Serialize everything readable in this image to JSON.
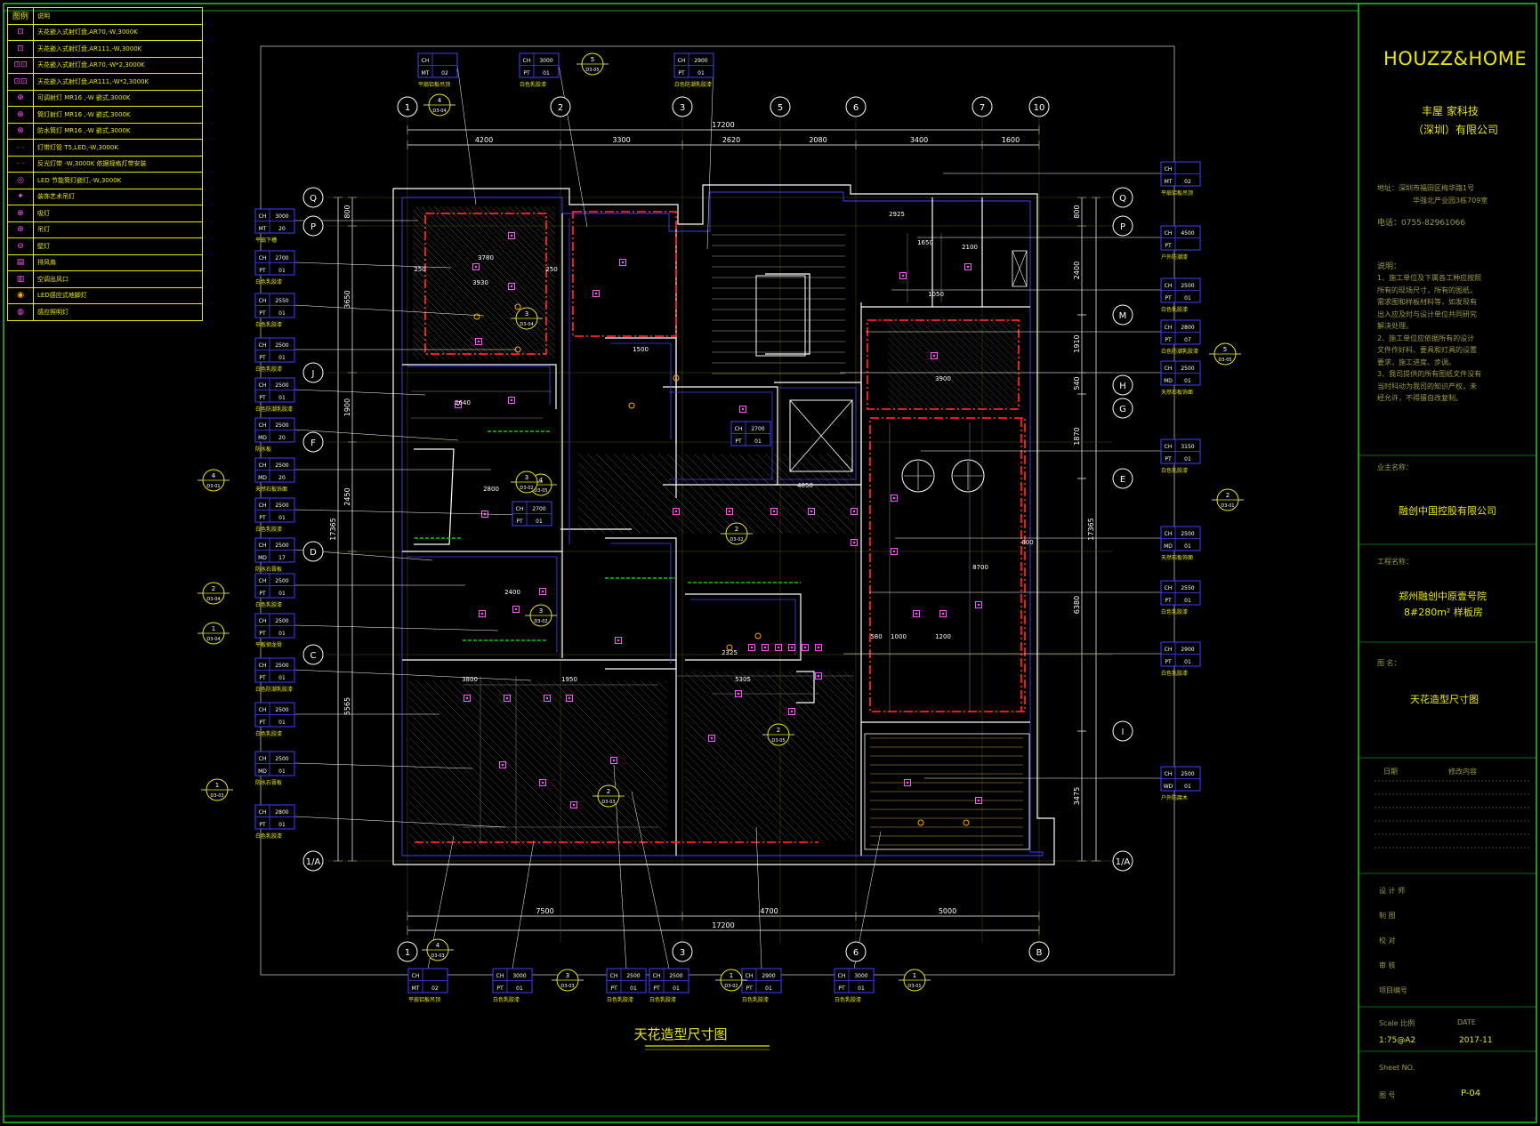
{
  "legend": {
    "header": {
      "symbol": "图例",
      "desc": "说明"
    },
    "items": [
      {
        "icon": "ceiling-spotlight-icon",
        "symbol": "⊡",
        "desc": "天花嵌入式射灯盘,AR70,-W,3000K"
      },
      {
        "icon": "ceiling-spotlight-icon",
        "symbol": "⊡",
        "desc": "天花嵌入式射灯盘,AR111,-W,3000K"
      },
      {
        "icon": "double-spotlight-icon",
        "symbol": "⊡⊡",
        "desc": "天花嵌入式射灯盘,AR70,-W*2,3000K"
      },
      {
        "icon": "double-spotlight-icon",
        "symbol": "⊡⊡",
        "desc": "天花嵌入式射灯盘,AR111,-W*2,3000K"
      },
      {
        "icon": "adjustable-downlight-icon",
        "symbol": "⊕",
        "desc": "可调射灯 MR16 ,-W 嵌式,3000K"
      },
      {
        "icon": "fixed-downlight-icon",
        "symbol": "⊕",
        "desc": "筒灯射灯 MR16 ,-W 嵌式,3000K"
      },
      {
        "icon": "waterproof-downlight-icon",
        "symbol": "⊕",
        "desc": "防水筒灯 MR16 ,-W 嵌式,3000K"
      },
      {
        "icon": "led-strip-icon",
        "symbol": "- -",
        "desc": "灯带灯管 T5,LED,-W,3000K"
      },
      {
        "icon": "led-strip-icon",
        "symbol": "- -",
        "desc": "反光灯带 -W,3000K 依据规格灯带安装"
      },
      {
        "icon": "led-downlight-icon",
        "symbol": "◎",
        "desc": "LED 节能筒灯嵌灯,-W,3000K"
      },
      {
        "icon": "pendant-light-icon",
        "symbol": "✦",
        "desc": "装饰艺术吊灯"
      },
      {
        "icon": "ceiling-lamp-icon",
        "symbol": "⊗",
        "desc": "吸灯"
      },
      {
        "icon": "wall-lamp-icon",
        "symbol": "⊛",
        "desc": "吊灯"
      },
      {
        "icon": "wall-sconce-icon",
        "symbol": "⊖",
        "desc": "壁灯"
      },
      {
        "icon": "exhaust-fan-icon",
        "symbol": "▤",
        "desc": "排风扇"
      },
      {
        "icon": "vent-icon",
        "symbol": "▥",
        "desc": "空调出风口"
      },
      {
        "icon": "led-sensor-icon",
        "symbol": "◉",
        "desc": "LED感应式地脚灯"
      },
      {
        "icon": "motion-sensor-icon",
        "symbol": "◍",
        "desc": "感应照明灯"
      }
    ]
  },
  "plan": {
    "title": "天花造型尺寸图",
    "axes_top": [
      "1",
      "2",
      "3",
      "5",
      "6",
      "7",
      "10"
    ],
    "axes_bottom": [
      "1",
      "3",
      "6",
      "B"
    ],
    "axes_left": [
      "Q",
      "P",
      "J",
      "F",
      "D",
      "C",
      "1/A"
    ],
    "axes_right": [
      "Q",
      "P",
      "M",
      "H",
      "G",
      "E",
      "I",
      "1/A"
    ],
    "dims_top": [
      "4200",
      "3300",
      "2620",
      "2080",
      "3400",
      "1600"
    ],
    "dim_top_total": "17200",
    "dims_bottom": [
      "7500",
      "4700",
      "5000"
    ],
    "dim_bottom_total": "17200",
    "dims_left": [
      "800",
      "3650",
      "1900",
      "2450",
      "5565"
    ],
    "dim_left_total": "17365",
    "dims_right": [
      "800",
      "2400",
      "1910",
      "540",
      "1870",
      "6380",
      "3475"
    ],
    "dim_right_total": "17365",
    "room_dims": [
      "3780",
      "3930",
      "250",
      "250",
      "2640",
      "2800",
      "2400",
      "1500",
      "3900",
      "2325",
      "3800",
      "1950",
      "5305",
      "2925",
      "1650",
      "2100",
      "1050",
      "8700",
      "4850",
      "1000",
      "1200",
      "580",
      "800"
    ],
    "tags_left": [
      {
        "ch": "CH",
        "v1": "3000",
        "m": "MT",
        "v2": "20",
        "note": "平扇下槽"
      },
      {
        "ch": "CH",
        "v1": "2700",
        "m": "PT",
        "v2": "01",
        "note": "白色乳胶漆"
      },
      {
        "ch": "CH",
        "v1": "2550",
        "m": "PT",
        "v2": "01",
        "note": "白色乳胶漆"
      },
      {
        "ch": "CH",
        "v1": "2500",
        "m": "PT",
        "v2": "01",
        "note": "白色乳胶漆"
      },
      {
        "ch": "CH",
        "v1": "2500",
        "m": "PT",
        "v2": "01",
        "note": "白色防潮乳胶漆"
      },
      {
        "ch": "CH",
        "v1": "2500",
        "m": "MD",
        "v2": "20",
        "note": "防水板"
      },
      {
        "ch": "CH",
        "v1": "2500",
        "m": "MD",
        "v2": "20",
        "note": "天然石板饰面"
      },
      {
        "ch": "CH",
        "v1": "2500",
        "m": "PT",
        "v2": "01",
        "note": "白色乳胶漆"
      },
      {
        "ch": "CH",
        "v1": "2500",
        "m": "MD",
        "v2": "17",
        "note": "防水石膏板"
      },
      {
        "ch": "CH",
        "v1": "2500",
        "m": "PT",
        "v2": "01",
        "note": "白色乳胶漆"
      },
      {
        "ch": "CH",
        "v1": "2500",
        "m": "PT",
        "v2": "01",
        "note": "平板钢龙骨"
      },
      {
        "ch": "CH",
        "v1": "2500",
        "m": "PT",
        "v2": "01",
        "note": "白色防潮乳胶漆"
      },
      {
        "ch": "CH",
        "v1": "2500",
        "m": "PT",
        "v2": "01",
        "note": "白色乳胶漆"
      },
      {
        "ch": "CH",
        "v1": "2500",
        "m": "MD",
        "v2": "01",
        "note": "防水石膏板"
      },
      {
        "ch": "CH",
        "v1": "2800",
        "m": "PT",
        "v2": "01",
        "note": "白色乳胶漆"
      }
    ],
    "tags_right": [
      {
        "ch": "CH",
        "v1": "",
        "m": "MT",
        "v2": "02",
        "note": "平扇铝板吊顶"
      },
      {
        "ch": "CH",
        "v1": "4500",
        "m": "PT",
        "v2": "",
        "note": "户外防潮漆"
      },
      {
        "ch": "CH",
        "v1": "2500",
        "m": "PT",
        "v2": "01",
        "note": "白色乳胶漆"
      },
      {
        "ch": "CH",
        "v1": "2800",
        "m": "PT",
        "v2": "07",
        "note": "白色防潮乳胶漆"
      },
      {
        "ch": "CH",
        "v1": "2500",
        "m": "MD",
        "v2": "01",
        "note": "天然石板饰面"
      },
      {
        "ch": "CH",
        "v1": "3150",
        "m": "PT",
        "v2": "01",
        "note": "白色乳胶漆"
      },
      {
        "ch": "CH",
        "v1": "2500",
        "m": "MD",
        "v2": "01",
        "note": "天然石板饰面"
      },
      {
        "ch": "CH",
        "v1": "2550",
        "m": "PT",
        "v2": "01",
        "note": "白色乳胶漆"
      },
      {
        "ch": "CH",
        "v1": "2900",
        "m": "PT",
        "v2": "01",
        "note": "白色乳胶漆"
      },
      {
        "ch": "CH",
        "v1": "2500",
        "m": "WD",
        "v2": "01",
        "note": "户外防腐木"
      }
    ],
    "tags_top": [
      {
        "ch": "CH",
        "v1": "",
        "m": "MT",
        "v2": "02",
        "note": "平扇铝板吊顶"
      },
      {
        "ch": "CH",
        "v1": "3000",
        "m": "PT",
        "v2": "01",
        "note": "白色乳胶漆"
      },
      {
        "ch": "CH",
        "v1": "2900",
        "m": "PT",
        "v2": "01",
        "note": "白色防潮乳胶漆"
      }
    ],
    "tags_bottom": [
      {
        "ch": "CH",
        "v1": "",
        "m": "MT",
        "v2": "02",
        "note": "平扇铝板吊顶"
      },
      {
        "ch": "CH",
        "v1": "3000",
        "m": "PT",
        "v2": "01",
        "note": "白色乳胶漆"
      },
      {
        "ch": "CH",
        "v1": "2500",
        "m": "PT",
        "v2": "01",
        "note": "白色乳胶漆"
      },
      {
        "ch": "CH",
        "v1": "2500",
        "m": "PT",
        "v2": "01",
        "note": "白色乳胶漆"
      },
      {
        "ch": "CH",
        "v1": "2900",
        "m": "PT",
        "v2": "01",
        "note": "白色乳胶漆"
      },
      {
        "ch": "CH",
        "v1": "3000",
        "m": "PT",
        "v2": "01",
        "note": "白色乳胶漆"
      }
    ],
    "inner_tags": [
      {
        "ch": "CH",
        "v1": "2700",
        "m": "PT",
        "v2": "01"
      },
      {
        "ch": "CH",
        "v1": "2700",
        "m": "PT",
        "v2": "01"
      }
    ],
    "section_markers": [
      {
        "num": "4",
        "ref": "D3-04"
      },
      {
        "num": "5",
        "ref": "D3-05"
      },
      {
        "num": "3",
        "ref": "D3-04"
      },
      {
        "num": "4",
        "ref": "D3-05"
      },
      {
        "num": "4",
        "ref": "D3-01"
      },
      {
        "num": "3",
        "ref": "D3-02"
      },
      {
        "num": "2",
        "ref": "D3-04"
      },
      {
        "num": "1",
        "ref": "D3-04"
      },
      {
        "num": "3",
        "ref": "D3-02"
      },
      {
        "num": "2",
        "ref": "D3-01"
      },
      {
        "num": "1",
        "ref": "D3-03"
      },
      {
        "num": "2",
        "ref": "D3-03"
      },
      {
        "num": "2",
        "ref": "D3-05"
      },
      {
        "num": "5",
        "ref": "D3-05"
      },
      {
        "num": "2",
        "ref": "D3-02"
      },
      {
        "num": "4",
        "ref": "D3-03"
      },
      {
        "num": "3",
        "ref": "D3-03"
      },
      {
        "num": "1",
        "ref": "D3-02"
      },
      {
        "num": "1",
        "ref": "D3-01"
      }
    ]
  },
  "title_block": {
    "brand": "HOUZZ&HOME",
    "company_line1": "丰屋 家科技",
    "company_line2": "（深圳）有限公司",
    "address_line1": "地址：深圳市福田区梅华路1号",
    "address_line2": "华强北产业园3栋709室",
    "phone": "电话：0755-82961066",
    "notes_title": "说明：",
    "notes": [
      "1、施工单位及下属各工种应按照",
      "所有的现场尺寸，所有的图纸，",
      "需求图和样板材料等，如发现有",
      "出入应及时与设计单位共同研究",
      "解决处理。",
      "2、施工单位应依据所有的设计",
      "文件作好料、要具和灯具的设置",
      "要求，施工进度、步调。",
      "3、我司提供的所有图纸文件没有",
      "当时科动为我司的知识产权，未",
      "经允许，不得擅自改复制。"
    ],
    "client_label": "业主名称：",
    "client": "融创中国控股有限公司",
    "project_label": "工程名称：",
    "project_line1": "郑州融创中原壹号院",
    "project_line2": "8#280m² 样板房",
    "drawing_label": "图  名：",
    "drawing_name": "天花造型尺寸图",
    "rev_date_label": "日期",
    "rev_content_label": "修改内容",
    "designer_label": "设 计 师",
    "drawer_label": "制    图",
    "checker_label": "校    对",
    "approver_label": "审    核",
    "project_no_label": "项目编号",
    "scale_label": "Scale  比例",
    "date_label": "DATE",
    "scale_value": "1:75@A2",
    "date_value": "2017-11",
    "sheet_label": "Sheet NO.",
    "sheet_no_label": "图    号",
    "sheet_no": "P-04"
  },
  "colors": {
    "background": "#000000",
    "cad_yellow": "#e8e800",
    "cad_white": "#ffffff",
    "cad_blue": "#4040ff",
    "cad_red": "#ff2020",
    "cad_magenta": "#ff55ff",
    "cad_green": "#00d000",
    "cad_cyan": "#00e0e0",
    "frame_green": "#20d020"
  }
}
